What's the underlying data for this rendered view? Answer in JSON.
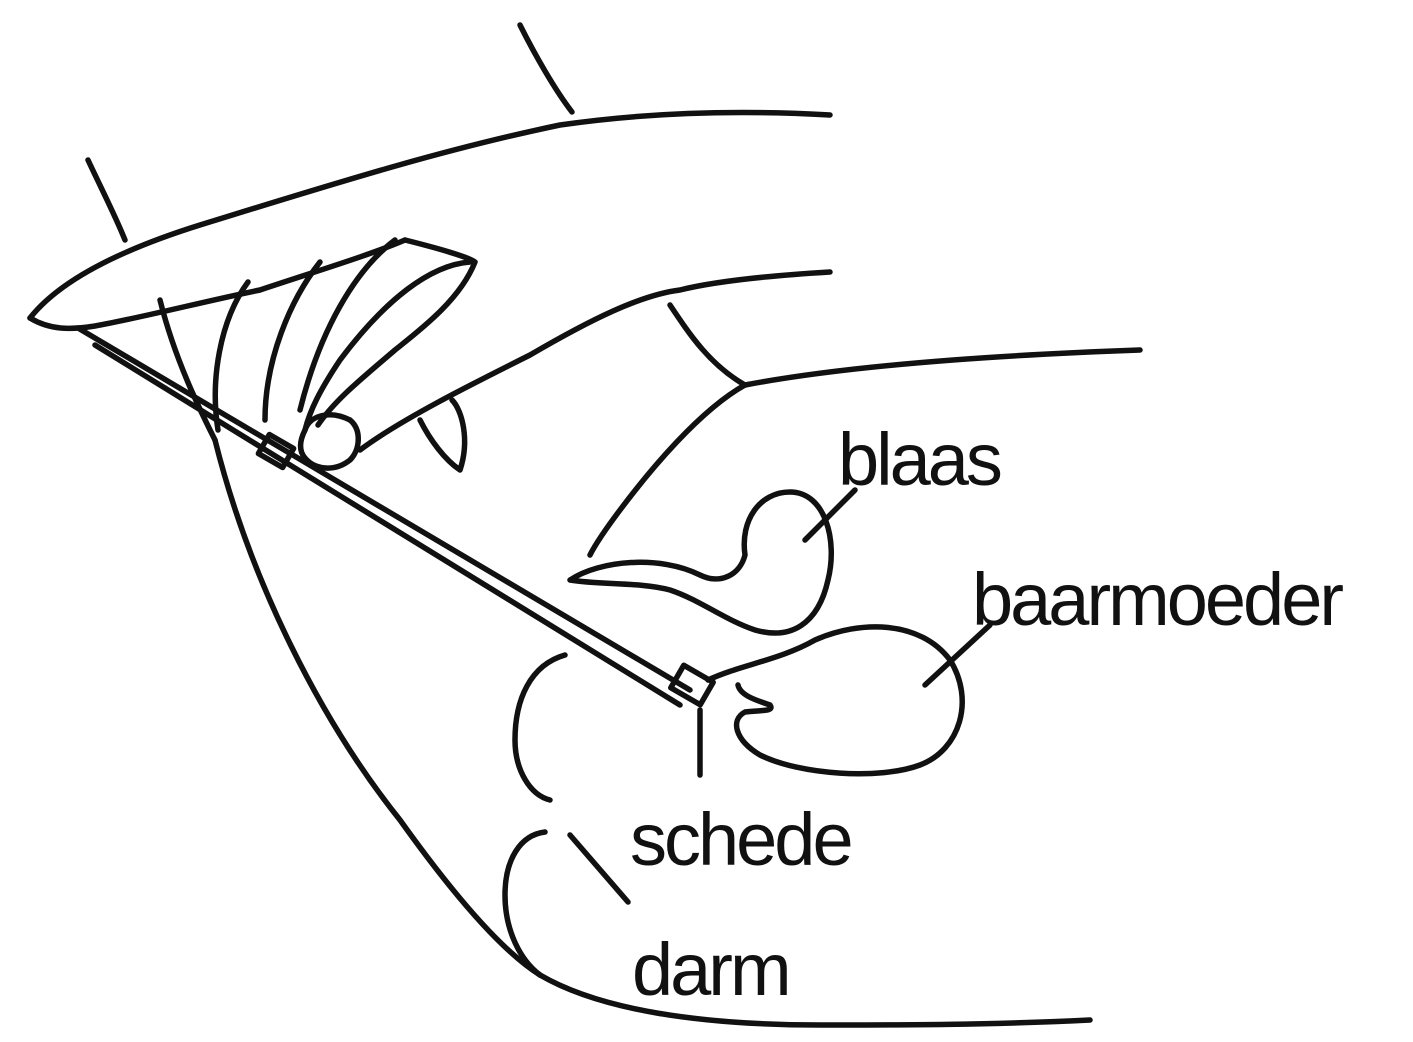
{
  "diagram": {
    "labels": {
      "bladder": "blaas",
      "uterus": "baarmoeder",
      "vagina": "schede",
      "bowel": "darm"
    }
  },
  "colors": {
    "line": "#111111",
    "background": "#ffffff"
  }
}
